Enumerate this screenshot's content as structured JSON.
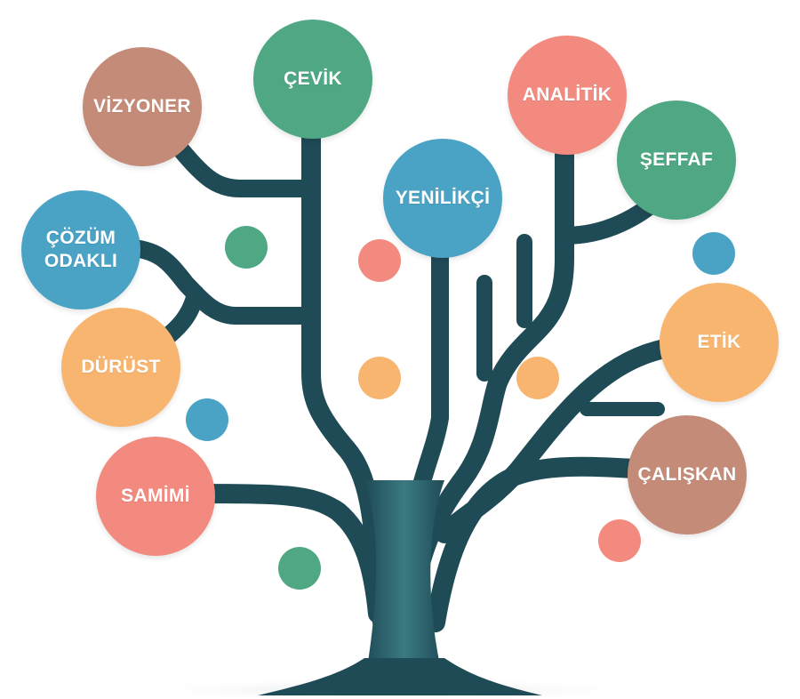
{
  "colors": {
    "trunk": "#1f4b57",
    "trunk_light": "#2f6f78",
    "brown": "#c48c78",
    "green": "#4fa883",
    "red": "#f28a80",
    "blue": "#4aa3c4",
    "orange": "#f8b56f"
  },
  "traits": [
    {
      "label": "VİZYONER",
      "color": "brown"
    },
    {
      "label": "ÇEVİK",
      "color": "green"
    },
    {
      "label": "ÇÖZÜM\nODAKLI",
      "color": "blue"
    },
    {
      "label": "DÜRÜST",
      "color": "orange"
    },
    {
      "label": "SAMİMİ",
      "color": "red"
    },
    {
      "label": "YENİLİKÇİ",
      "color": "blue"
    },
    {
      "label": "ANALİTİK",
      "color": "red"
    },
    {
      "label": "ŞEFFAF",
      "color": "green"
    },
    {
      "label": "ETİK",
      "color": "orange"
    },
    {
      "label": "ÇALIŞKAN",
      "color": "brown"
    }
  ],
  "dots": [
    {
      "color": "green"
    },
    {
      "color": "red"
    },
    {
      "color": "orange"
    },
    {
      "color": "blue"
    },
    {
      "color": "green"
    },
    {
      "color": "orange"
    },
    {
      "color": "blue"
    },
    {
      "color": "red"
    }
  ]
}
